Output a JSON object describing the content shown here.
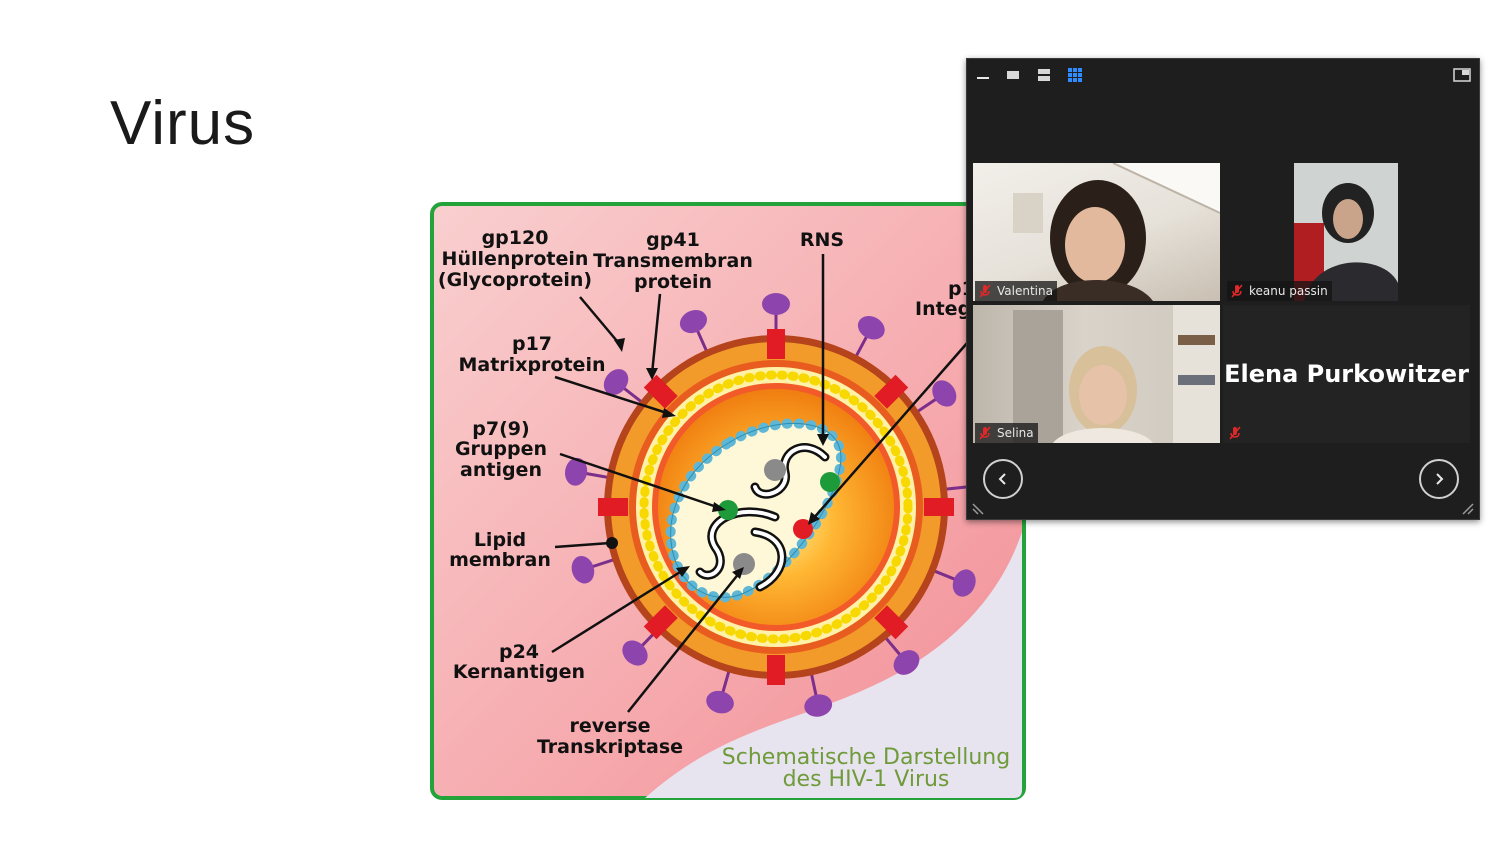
{
  "slide": {
    "title": "Virus"
  },
  "diagram": {
    "labels": {
      "gp120_1": "gp120",
      "gp120_2": "Hüllenprotein",
      "gp120_3": "(Glycoprotein)",
      "gp41_1": "gp41",
      "gp41_2": "Transmembran",
      "gp41_3": "protein",
      "rns": "RNS",
      "p1_1": "p1",
      "p1_2": "Integ",
      "p17_1": "p17",
      "p17_2": "Matrixprotein",
      "p7_1": "p7(9)",
      "p7_2": "Gruppen",
      "p7_3": "antigen",
      "lipid_1": "Lipid",
      "lipid_2": "membran",
      "p24_1": "p24",
      "p24_2": "Kernantigen",
      "rt_1": "reverse",
      "rt_2": "Transkriptase"
    },
    "caption_1": "Schematische Darstellung",
    "caption_2": "des HIV-1 Virus"
  },
  "meeting": {
    "participants": [
      {
        "name": "Valentina",
        "muted": true
      },
      {
        "name": "keanu passin",
        "muted": true
      },
      {
        "name": "Selina",
        "muted": true
      },
      {
        "name": "Elena Purkowitzer",
        "muted": true,
        "video": false
      }
    ],
    "toolbar_icons": [
      "minimize-icon",
      "single-view-icon",
      "side-by-side-icon",
      "grid-view-icon",
      "pip-icon"
    ],
    "colors": {
      "window_bg": "#1e1e1e",
      "accent": "#2d8cff",
      "muted": "#e02828"
    }
  }
}
